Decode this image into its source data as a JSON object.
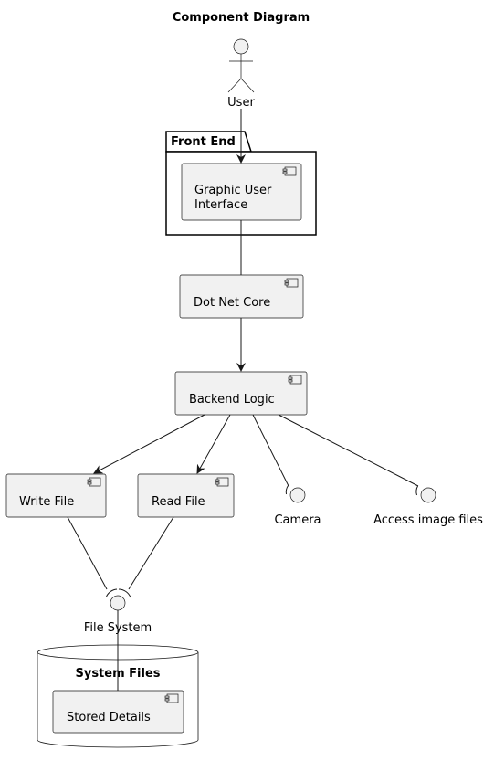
{
  "diagram": {
    "title": "Component Diagram",
    "actor": {
      "label": "User"
    },
    "package": {
      "label": "Front End"
    },
    "components": {
      "gui": [
        "Graphic User",
        "Interface"
      ],
      "dotnet": "Dot Net Core",
      "backend": "Backend Logic",
      "write": "Write File",
      "read": "Read File",
      "stored": "Stored Details"
    },
    "interfaces": {
      "camera": "Camera",
      "access": "Access image files",
      "filesystem": "File System"
    },
    "database": {
      "label": "System Files"
    }
  }
}
